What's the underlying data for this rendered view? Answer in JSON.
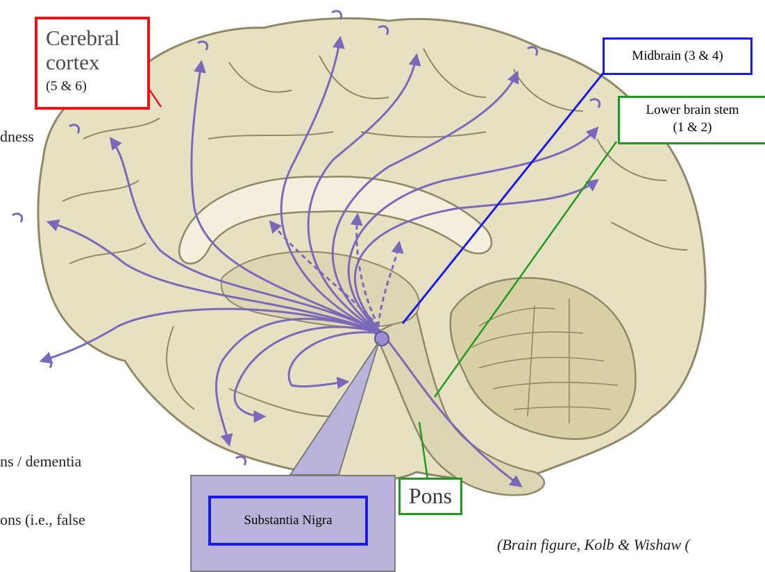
{
  "labels": {
    "cerebral_cortex": {
      "line1": "Cerebral",
      "line2": "cortex",
      "line3": "(5 & 6)"
    },
    "midbrain": "Midbrain (3 & 4)",
    "lower_brain_stem": {
      "line1": "Lower brain stem",
      "line2": "(1 & 2)"
    },
    "pons": "Pons",
    "substantia_nigra": "Substantia Nigra"
  },
  "side_text": {
    "line1": "dness",
    "line2": "ns / dementia",
    "line3": "ons (i.e., false"
  },
  "citation": "(Brain figure, Kolb & Wishaw (",
  "colors": {
    "brain_fill": "#e7e1c4",
    "brain_outline": "#8f8766",
    "pathway": "#7a68b8",
    "cortex_red": "#e8161b",
    "midbrain_blue": "#1a19e6",
    "stem_green": "#1d9a1d",
    "nigra_fill": "#b9b2d9"
  }
}
